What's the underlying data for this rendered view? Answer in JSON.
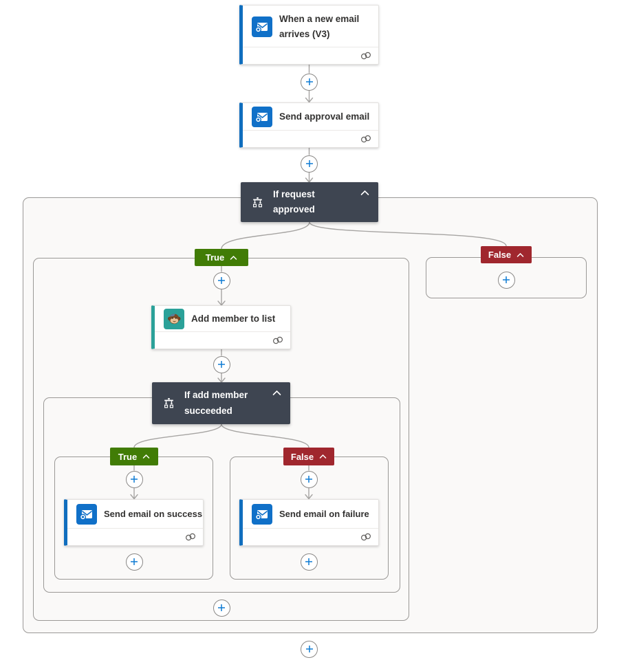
{
  "flow": {
    "trigger": {
      "title": "When a new email arrives (V3)",
      "icon": "outlook-icon"
    },
    "actions": {
      "send_approval": {
        "title": "Send approval email",
        "icon": "outlook-icon"
      },
      "condition_request": {
        "title": "If request approved",
        "icon": "condition-icon"
      },
      "add_member": {
        "title": "Add member to list",
        "icon": "mailchimp-icon"
      },
      "condition_add_member": {
        "title": "If add member succeeded",
        "icon": "condition-icon"
      },
      "send_success": {
        "title": "Send email on success",
        "icon": "outlook-icon"
      },
      "send_failure": {
        "title": "Send email on failure",
        "icon": "outlook-icon"
      }
    },
    "branch_labels": {
      "true_label": "True",
      "false_label": "False"
    }
  },
  "colors": {
    "accent_blue": "#106ebe",
    "mailchimp_teal": "#2ba199",
    "condition_gray": "#3e4551",
    "true_green": "#417c06",
    "false_red": "#a0272e",
    "connector_gray": "#a6a4a2",
    "plus_blue": "#0f7bd4",
    "container_background": "#faf9f8",
    "container_border": "#9a9896",
    "card_background": "#ffffff"
  }
}
